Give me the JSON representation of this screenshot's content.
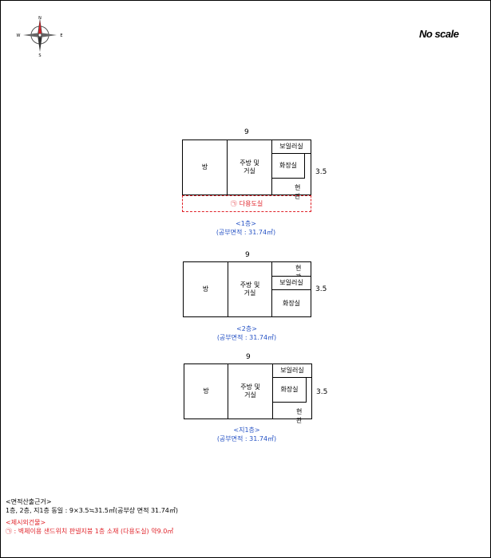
{
  "header": {
    "compass": {
      "north": "N",
      "south": "S",
      "west": "W",
      "east": "E"
    },
    "scale_note": "No scale"
  },
  "floors": {
    "first": {
      "dim_width": "9",
      "dim_height": "3.5",
      "room_bang": "방",
      "room_kitchen": "주방 및\n거실",
      "room_boiler": "보일러실",
      "room_bath": "화장실",
      "room_entry": "현관",
      "annex_mark": "㉠",
      "annex_label": "다용도실",
      "caption_title": "<1층>",
      "caption_area": "(공부면적 : 31.74㎡)"
    },
    "second": {
      "dim_width": "9",
      "dim_height": "3.5",
      "room_bang": "방",
      "room_kitchen": "주방 및\n거실",
      "room_entry": "현관",
      "room_boiler": "보일러실",
      "room_bath": "화장실",
      "caption_title": "<2층>",
      "caption_area": "(공부면적 : 31.74㎡)"
    },
    "basement": {
      "dim_width": "9",
      "dim_height": "3.5",
      "room_bang": "방",
      "room_kitchen": "주방 및\n거실",
      "room_boiler": "보일러실",
      "room_bath": "화장실",
      "room_entry": "현관",
      "caption_title": "<지1층>",
      "caption_area": "(공부면적 : 31.74㎡)"
    }
  },
  "notes": {
    "area_basis_title": "<면적산출근거>",
    "area_basis_text": "1층, 2층, 지1층 동일 : 9×3.5≒31.5㎡(공부상 면적 31.74㎡)",
    "extra_title": "<제시외건물>",
    "extra_mark": "㉠",
    "extra_text": ": 벽체이용 샌드위치 판넬지붕 1층 소재 (다용도실) 약9.0㎡"
  },
  "colors": {
    "red": "#e0232a",
    "blue": "#2451c4"
  },
  "icons": {
    "compass": "compass-rose-icon"
  }
}
